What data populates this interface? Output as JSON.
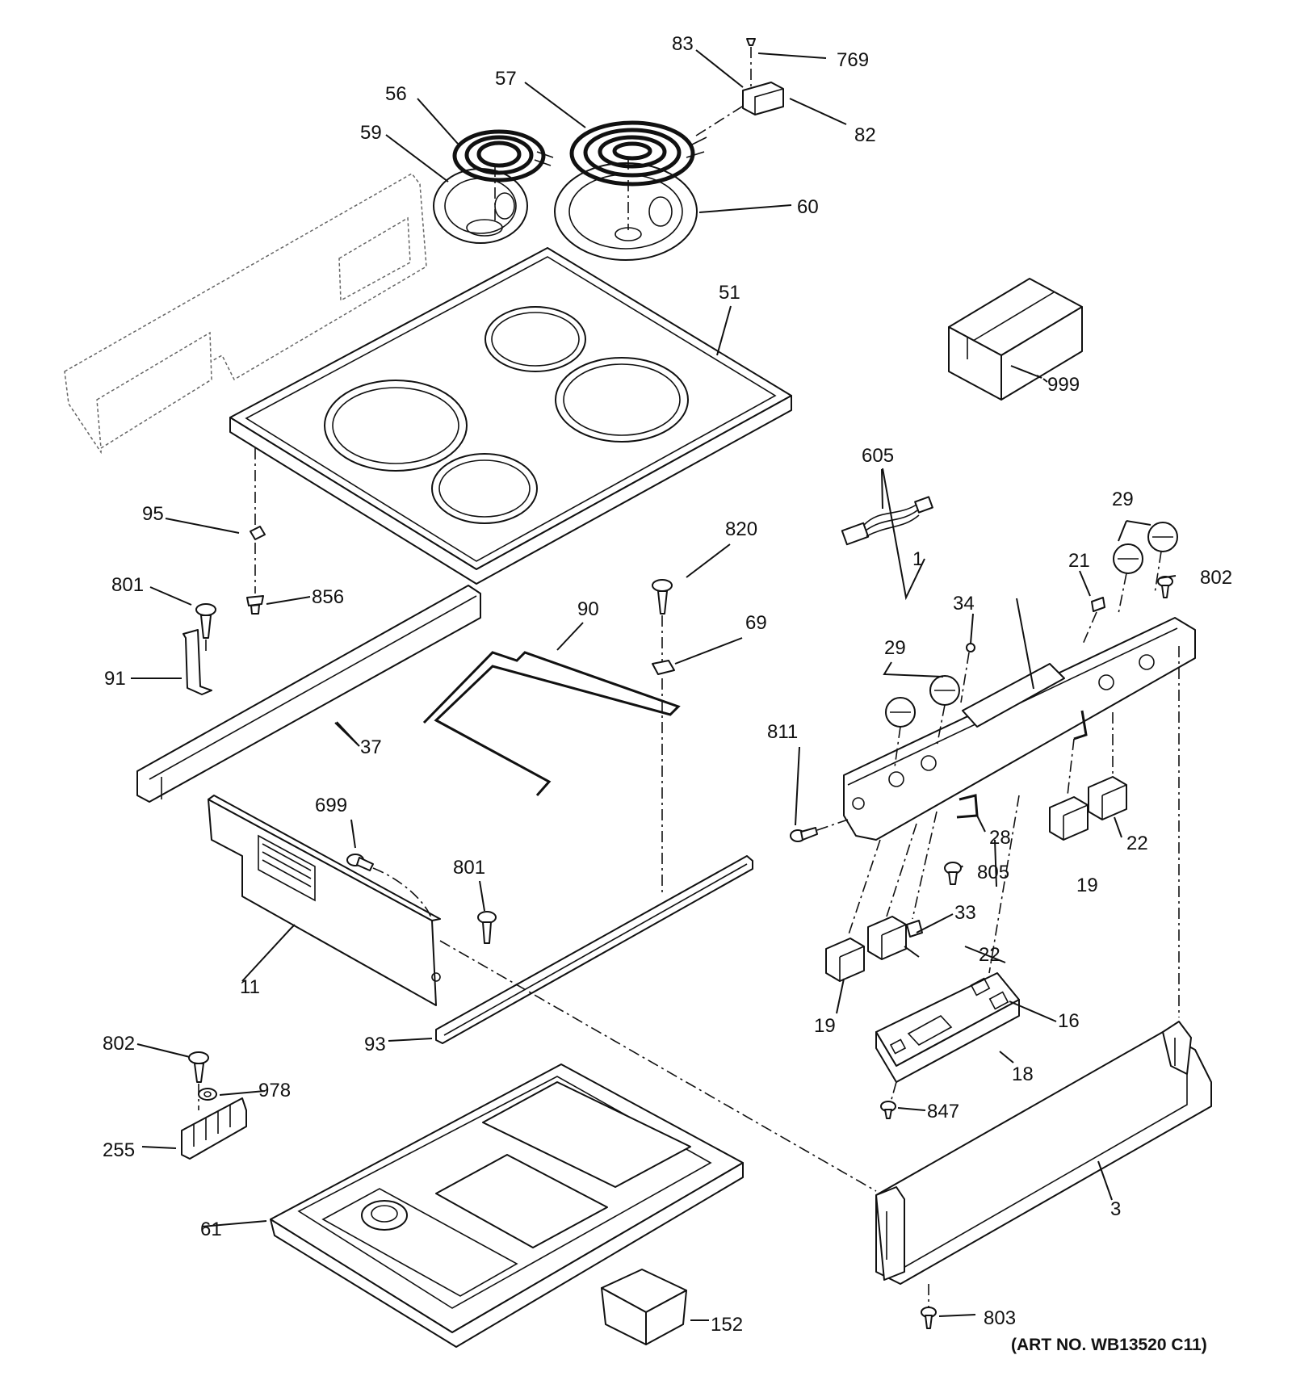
{
  "art_number": "(ART NO. WB13520 C11)",
  "labels": {
    "p1": "1",
    "p3": "3",
    "p11": "11",
    "p16": "16",
    "p18": "18",
    "p19a": "19",
    "p19b": "19",
    "p21": "21",
    "p22a": "22",
    "p22b": "22",
    "p28": "28",
    "p29a": "29",
    "p29b": "29",
    "p33": "33",
    "p34": "34",
    "p37": "37",
    "p51": "51",
    "p56": "56",
    "p57": "57",
    "p59": "59",
    "p60": "60",
    "p61": "61",
    "p69": "69",
    "p82": "82",
    "p83": "83",
    "p90": "90",
    "p91": "91",
    "p93": "93",
    "p95": "95",
    "p152": "152",
    "p255": "255",
    "p605": "605",
    "p699": "699",
    "p769": "769",
    "p801a": "801",
    "p801b": "801",
    "p802a": "802",
    "p802b": "802",
    "p803": "803",
    "p805": "805",
    "p811": "811",
    "p820": "820",
    "p847": "847",
    "p856": "856",
    "p978": "978",
    "p999": "999"
  }
}
